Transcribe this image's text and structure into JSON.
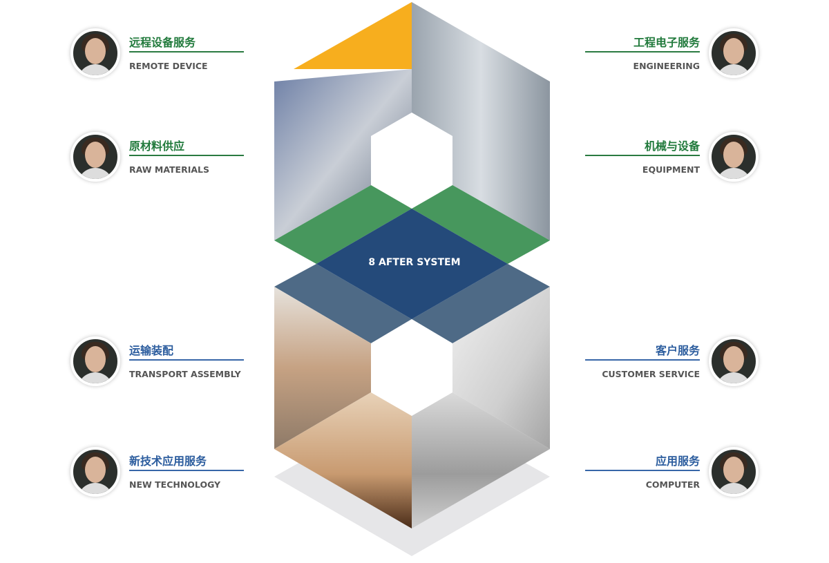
{
  "center": {
    "label": "8 AFTER SYSTEM"
  },
  "colors": {
    "green": "#47975d",
    "navy": "#244a7a",
    "slate": "#4e6a86",
    "orange": "#f7ae1e",
    "shadow": "#e6e6e8"
  },
  "left_items": [
    {
      "title": "远程设备服务",
      "subtitle": "REMOTE DEVICE",
      "theme": "green"
    },
    {
      "title": "原材料供应",
      "subtitle": "RAW MATERIALS",
      "theme": "green"
    },
    {
      "title": "运输装配",
      "subtitle": "TRANSPORT ASSEMBLY",
      "theme": "blue"
    },
    {
      "title": "新技术应用服务",
      "subtitle": "NEW TECHNOLOGY",
      "theme": "blue"
    }
  ],
  "right_items": [
    {
      "title": "工程电子服务",
      "subtitle": "ENGINEERING",
      "theme": "green"
    },
    {
      "title": "机械与设备",
      "subtitle": "EQUIPMENT",
      "theme": "green"
    },
    {
      "title": "客户服务",
      "subtitle": "CUSTOMER SERVICE",
      "theme": "blue"
    },
    {
      "title": "应用服务",
      "subtitle": "COMPUTER",
      "theme": "blue"
    }
  ]
}
